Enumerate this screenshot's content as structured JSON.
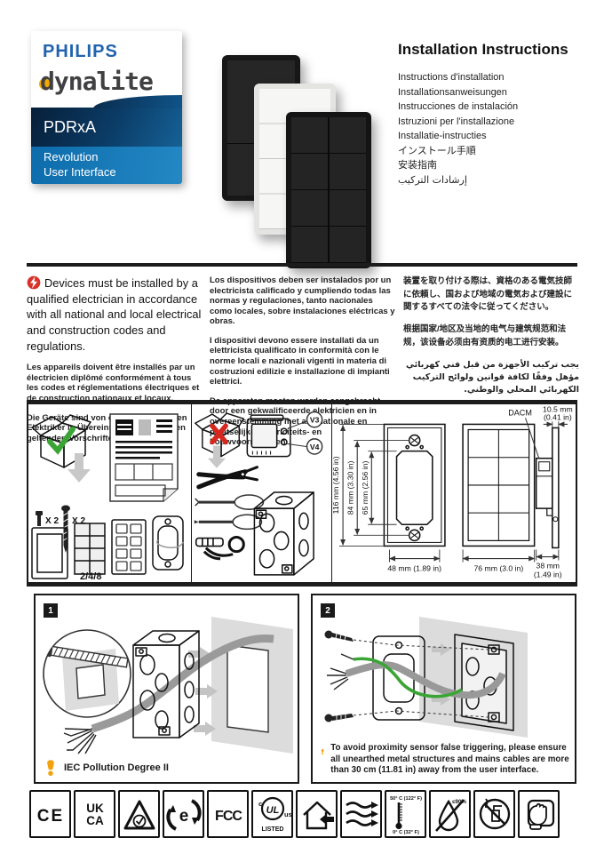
{
  "brand": {
    "philips": "PHILIPS",
    "dynalite": "dynalite",
    "model": "PDRxA",
    "line1": "Revolution",
    "line2": "User Interface"
  },
  "title": {
    "main": "Installation Instructions",
    "translations": [
      "Instructions d'installation",
      "Installationsanweisungen",
      "Instrucciones de instalación",
      "Istruzioni per l'installazione",
      "Installatie-instructies",
      "インストール手順",
      "安装指南",
      "إرشادات التركيب"
    ]
  },
  "safety": {
    "en": "Devices must be installed by a qualified electrician in accordance with all national and local electrical and construction codes and regulations.",
    "fr": "Les appareils doivent être installés par un électricien diplômé conformément à tous les codes et réglementations électriques et de construction nationaux et locaux.",
    "de": "Die Geräte sind von einem qualifizierten Elektriker in Übereinstimmung mit allen geltenden Vorschriften zu installieren.",
    "es": "Los dispositivos deben ser instalados por un electricista calificado y cumpliendo todas las normas y regulaciones, tanto nacionales como locales, sobre instalaciones eléctricas y obras.",
    "it": "I dispositivi devono essere installati da un elettricista qualificato in conformità con le norme locali e nazionali vigenti in materia di costruzioni edilizie e installazione di impianti elettrici.",
    "nl": "De apparaten moeten worden aangebracht door een gekwalificeerde elektricien en in overeenstemming met alle nationale en plaatselijke elektriciteits- en bouwvoorschriften.",
    "ja": "装置を取り付ける際は、資格のある電気技師に依頼し、国および地域の電気および建設に関するすべての法令に従ってください。",
    "zh": "根据国家/地区及当地的电气与建筑规范和法规，该设备必须由有资质的电工进行安装。",
    "ar": "يجب تركيب الأجهزة من قبل فني كهربائي مؤهل وفقًا لكافة قوانين ولوائح التركيب الكهربائي المحلي والوطني."
  },
  "contents": {
    "anchor_qty": "X 2",
    "screw_qty": "X 2",
    "gang": "2/4/8"
  },
  "tools": {
    "v3": "V3",
    "v4": "V4"
  },
  "dims": {
    "h_outer": "116 mm (4.56 in)",
    "h_screws": "84 mm (3.30 in)",
    "h_cutout": "65 mm (2.56 in)",
    "w_plate": "48 mm (1.89 in)",
    "w_front": "76 mm (3.0 in)",
    "d_box_1": "38 mm",
    "d_box_2": "(1.49 in)",
    "d_front_1": "10.5 mm",
    "d_front_2": "(0.41 in)",
    "module": "DACM"
  },
  "steps": [
    {
      "number": "1",
      "note": "IEC Pollution Degree II"
    },
    {
      "number": "2",
      "note": "To avoid proximity sensor false triggering, please ensure all unearthed metal structures and mains cables are more than 30 cm (11.81 in) away from the user interface."
    }
  ],
  "certs": {
    "ce": "CE",
    "ukca_top": "UK",
    "ukca_bottom": "CA",
    "rohs": "e",
    "fcc": "FCC",
    "ul_c": "c",
    "ul": "UL",
    "ul_us": "us",
    "ul_listed": "LISTED",
    "temp_max": "50° C (122° F)",
    "temp_min": "0° C (32° F)",
    "humidity": "≤90%"
  },
  "colors": {
    "philips_blue": "#2163ae",
    "dynalite_yellow": "#f5a800",
    "band_dark": "#0b3d68",
    "band_light": "#1579ba",
    "hazard_red": "#d7332a",
    "warn_orange": "#f2a20d",
    "check_green": "#3aa535",
    "cross_red": "#d5281e"
  }
}
